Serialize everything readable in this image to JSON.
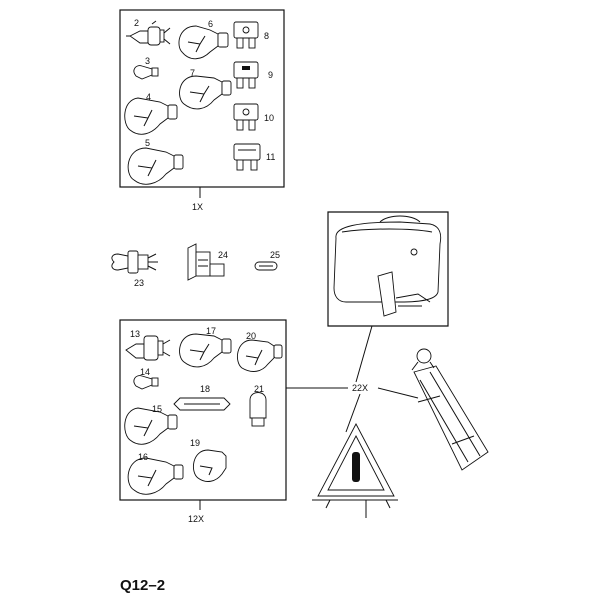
{
  "diagram": {
    "reference": "Q12–2",
    "quantities": {
      "box_top": "1X",
      "box_bottom": "12X",
      "kit": "22X"
    },
    "parts": {
      "p2": "2",
      "p3": "3",
      "p4": "4",
      "p5": "5",
      "p6": "6",
      "p7": "7",
      "p8": "8",
      "p9": "9",
      "p10": "10",
      "p11": "11",
      "p13": "13",
      "p14": "14",
      "p15": "15",
      "p16": "16",
      "p17": "17",
      "p18": "18",
      "p19": "19",
      "p20": "20",
      "p21": "21",
      "p23": "23",
      "p24": "24",
      "p25": "25"
    }
  }
}
